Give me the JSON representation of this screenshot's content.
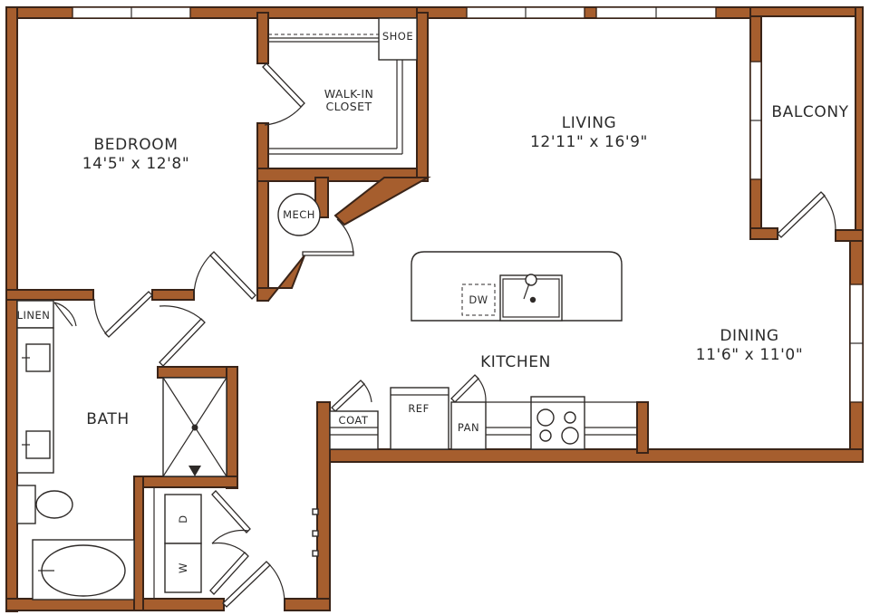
{
  "rooms": {
    "bedroom": {
      "name": "BEDROOM",
      "dims": "14'5\" x 12'8\""
    },
    "living": {
      "name": "LIVING",
      "dims": "12'11\" x 16'9\""
    },
    "balcony": {
      "name": "BALCONY"
    },
    "dining": {
      "name": "DINING",
      "dims": "11'6\" x 11'0\""
    },
    "kitchen": {
      "name": "KITCHEN"
    },
    "bath": {
      "name": "BATH"
    },
    "closet": {
      "line1": "WALK-IN",
      "line2": "CLOSET"
    }
  },
  "fixtures": {
    "shoe": "SHOE",
    "mech": "MECH",
    "linen": "LINEN",
    "coat": "COAT",
    "ref": "REF",
    "pan": "PAN",
    "dw": "DW",
    "dryer": "D",
    "washer": "W"
  },
  "colors": {
    "wall": "#a65e2e",
    "outline": "#3a2418",
    "text": "#2b2b2b"
  }
}
